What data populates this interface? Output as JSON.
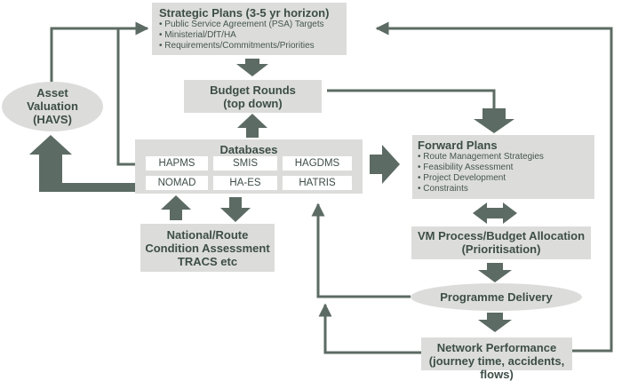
{
  "strategic": {
    "title": "Strategic Plans (3-5 yr horizon)",
    "items": [
      "Public Service Agreement (PSA) Targets",
      "Ministerial/DfT/HA",
      "Requirements/Commitments/Priorities"
    ]
  },
  "budget": {
    "line1": "Budget Rounds",
    "line2": "(top down)"
  },
  "asset": {
    "line1": "Asset",
    "line2": "Valuation",
    "line3": "(HAVS)"
  },
  "databases": {
    "title": "Databases",
    "cells": [
      "HAPMS",
      "SMIS",
      "HAGDMS",
      "NOMAD",
      "HA-ES",
      "HATRIS"
    ]
  },
  "forward": {
    "title": "Forward Plans",
    "items": [
      "Route Management Strategies",
      "Feasibility Assessment",
      "Project Development",
      "Constraints"
    ]
  },
  "condition": {
    "line1": "National/Route",
    "line2": "Condition Assessment",
    "line3": "TRACS etc"
  },
  "vm": {
    "line1": "VM Process/Budget Allocation",
    "line2": "(Prioritisation)"
  },
  "programme": {
    "label": "Programme Delivery"
  },
  "network": {
    "line1": "Network Performance",
    "line2": "(journey time, accidents, flows)"
  },
  "colors": {
    "arrow": "#5c6b63",
    "box": "#dcdddb",
    "text": "#3d4d47"
  }
}
